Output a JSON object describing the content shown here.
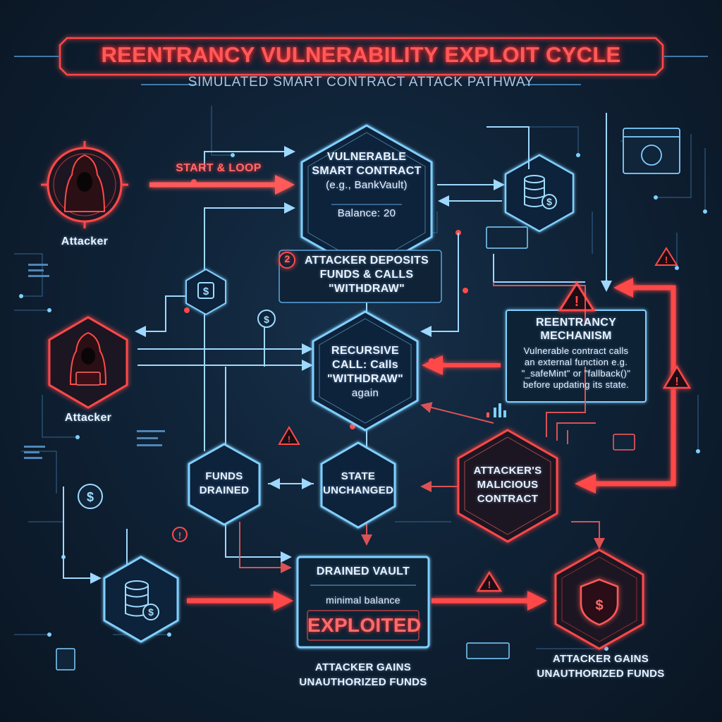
{
  "title": "REENTRANCY VULNERABILITY EXPLOIT CYCLE",
  "subtitle": "SIMULATED SMART CONTRACT ATTACK PATHWAY",
  "labels": {
    "start_loop": "START & LOOP",
    "attacker_top": "Attacker",
    "attacker_mid": "Attacker"
  },
  "nodes": {
    "vulnerable_contract": {
      "line1": "VULNERABLE",
      "line2": "SMART CONTRACT",
      "line3": "(e.g., BankVault)",
      "balance": "Balance: 20"
    },
    "step2": {
      "number": "2",
      "line1": "ATTACKER DEPOSITS",
      "line2": "FUNDS & CALLS",
      "line3": "\"WITHDRAW\""
    },
    "recursive_call": {
      "line1": "RECURSIVE",
      "line2": "CALL: Calls",
      "line3": "\"WITHDRAW\"",
      "line4": "again"
    },
    "reentrancy_mechanism": {
      "title1": "REENTRANCY",
      "title2": "MECHANISM",
      "line1": "Vulnerable contract calls",
      "line2": "an external function e.g.",
      "line3": "\"_safeMint\" or \"fallback()\"",
      "line4": "before updating its state."
    },
    "funds_drained": {
      "line1": "FUNDS",
      "line2": "DRAINED"
    },
    "state_unchanged": {
      "line1": "STATE",
      "line2": "UNCHANGED"
    },
    "malicious_contract": {
      "line1": "ATTACKER'S",
      "line2": "MALICIOUS",
      "line3": "CONTRACT"
    },
    "drained_vault": {
      "title": "DRAINED VAULT",
      "sub": "minimal balance",
      "status": "EXPLOITED"
    },
    "gains_left": {
      "line1": "ATTACKER GAINS",
      "line2": "UNAUTHORIZED FUNDS"
    },
    "gains_right": {
      "line1": "ATTACKER GAINS",
      "line2": "UNAUTHORIZED FUNDS"
    }
  },
  "colors": {
    "background": "#0d1b2b",
    "accent_red": "#ff4a4a",
    "accent_cyan": "#7fd0ff",
    "text_white": "#eaf3ff"
  },
  "icons": [
    "hooded-attacker-icon",
    "dollar-coin-icon",
    "database-icon",
    "shield-dollar-icon",
    "warning-icon",
    "laptop-icon"
  ]
}
